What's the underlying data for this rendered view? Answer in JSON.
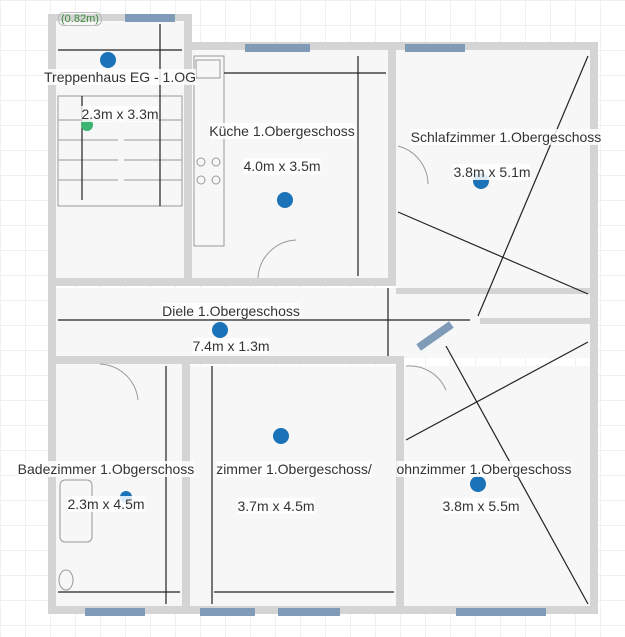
{
  "colors": {
    "wall": "#d4d4d4",
    "floor": "#f7f7f7",
    "window": "#7f9bb8",
    "marker": "#1a73b8",
    "marker_alt": "#3cb371",
    "dimension": "#222222",
    "measure_text": "#3a8a3a"
  },
  "measure_label": "(0.82m)",
  "rooms": [
    {
      "name": "Treppenhaus EG - 1.OG",
      "size": "2.3m x 3.3m"
    },
    {
      "name": "Küche 1.Obergeschoss",
      "size": "4.0m x 3.5m"
    },
    {
      "name": "Schlafzimmer 1.Obergeschoss",
      "size": "3.8m x 5.1m"
    },
    {
      "name": "Diele 1.Obergeschoss",
      "size": "7.4m x 1.3m"
    },
    {
      "name": "Badezimmer 1.Obgerschoss",
      "size": "2.3m x 4.5m"
    },
    {
      "name": "zimmer 1.Obergeschoss/",
      "size": "3.7m x 4.5m"
    },
    {
      "name": "ohnzimmer 1.Obergeschoss",
      "size": "3.8m x 5.5m"
    }
  ]
}
